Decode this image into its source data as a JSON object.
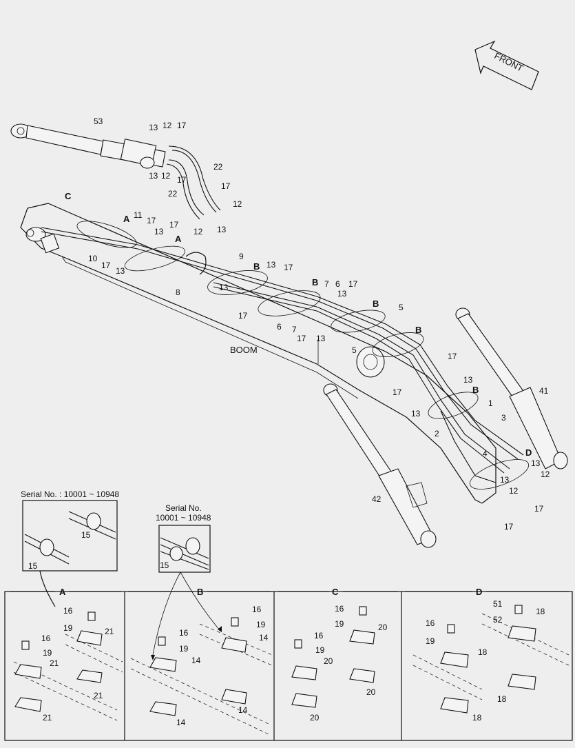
{
  "direction_arrow": {
    "text": "FRONT"
  },
  "boom_label": "BOOM",
  "serial_notes": {
    "left": "Serial No. : 10001 ~ 10948",
    "right_line1": "Serial No.",
    "right_line2": "10001 ~ 10948"
  },
  "callouts_main": [
    "53",
    "13",
    "12",
    "17",
    "13",
    "12",
    "17",
    "22",
    "22",
    "17",
    "12",
    "17",
    "12",
    "13",
    "C",
    "A",
    "11",
    "17",
    "13",
    "10",
    "17",
    "13",
    "A",
    "8",
    "9",
    "B",
    "13",
    "17",
    "B",
    "7",
    "6",
    "17",
    "13",
    "B",
    "13",
    "17",
    "6",
    "7",
    "17",
    "13",
    "5",
    "5",
    "B",
    "17",
    "13",
    "17",
    "B",
    "13",
    "1",
    "3",
    "2",
    "4",
    "D",
    "13",
    "12",
    "13",
    "12",
    "17",
    "17",
    "41",
    "42",
    "15",
    "15",
    "15"
  ],
  "details": [
    {
      "letter": "A",
      "callouts": [
        "16",
        "19",
        "21",
        "16",
        "19",
        "21",
        "21",
        "21"
      ]
    },
    {
      "letter": "B",
      "callouts": [
        "16",
        "19",
        "14",
        "16",
        "19",
        "14",
        "14",
        "14"
      ]
    },
    {
      "letter": "C",
      "callouts": [
        "16",
        "19",
        "20",
        "16",
        "19",
        "20",
        "20",
        "20"
      ]
    },
    {
      "letter": "D",
      "callouts": [
        "51",
        "52",
        "18",
        "16",
        "19",
        "18",
        "18",
        "18"
      ]
    }
  ],
  "colors": {
    "background": "#eeeeee",
    "line": "#111111"
  }
}
